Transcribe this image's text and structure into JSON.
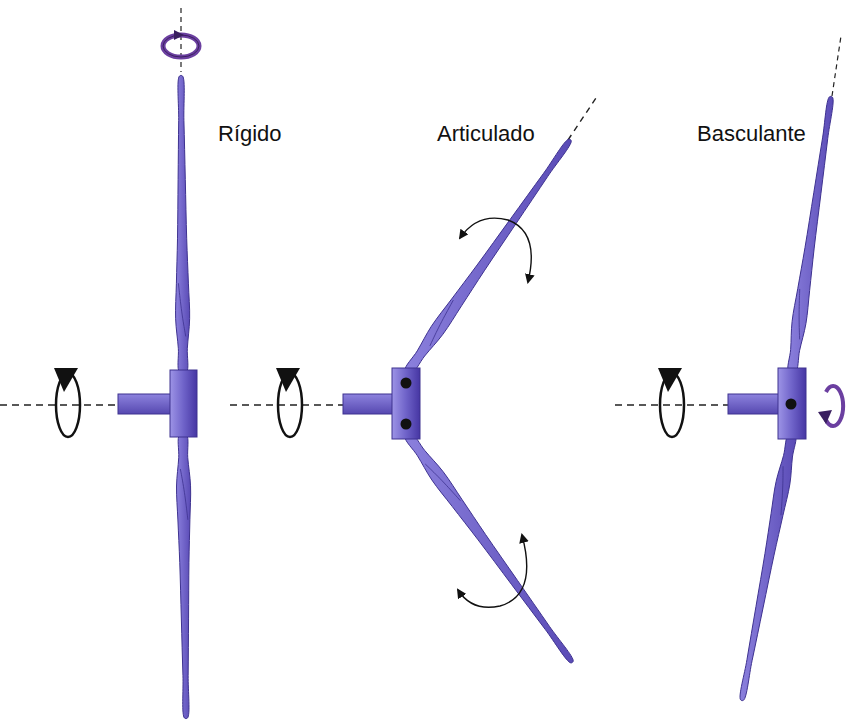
{
  "diagram": {
    "labels": [
      "Rígido",
      "Articulado",
      "Basculante"
    ]
  }
}
